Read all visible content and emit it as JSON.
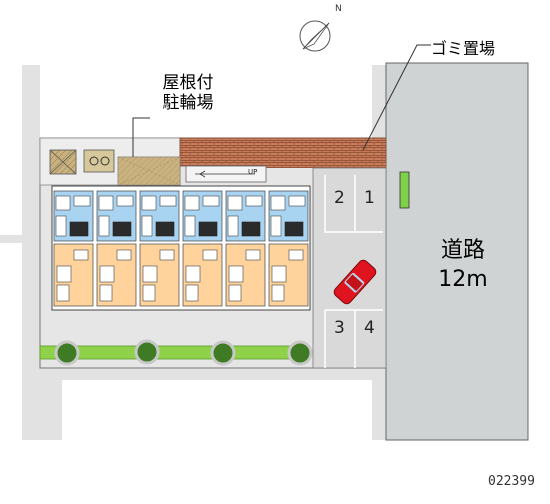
{
  "labels": {
    "bike_parking_line1": "屋根付",
    "bike_parking_line2": "駐輪場",
    "garbage": "ゴミ置場",
    "road_line1": "道路",
    "road_line2": "12m",
    "property_code": "022399",
    "up_arrow": "UP",
    "compass_north": "N"
  },
  "parking": {
    "slots": [
      "2",
      "1",
      "3",
      "4"
    ]
  },
  "colors": {
    "road": "#cfd3d3",
    "lot": "#e6e6e6",
    "brick": "#c97c5a",
    "units_blue": "#a8d4f2",
    "units_orange": "#ffd39b",
    "hedge": "#8fd24a",
    "car": "#e0141e",
    "vending": "#7fd04a"
  }
}
